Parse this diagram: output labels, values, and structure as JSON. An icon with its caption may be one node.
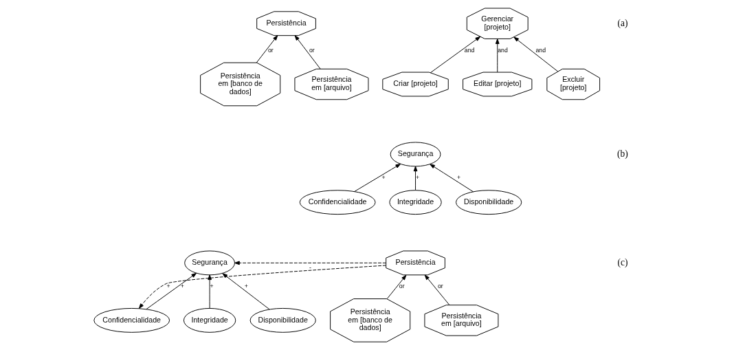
{
  "diagram": {
    "nodes": [
      {
        "text": [
          "Persistência"
        ]
      },
      {
        "text": [
          "Persistência em [banco de dados]"
        ]
      },
      {
        "text": [
          "Persistência em [arquivo]"
        ]
      },
      {
        "text": [
          "Gerenciar [projeto]"
        ]
      },
      {
        "text": [
          "Criar [projeto]"
        ]
      },
      {
        "text": [
          "Editar [projeto]"
        ]
      },
      {
        "text": [
          "Excluir [projeto]"
        ]
      },
      {
        "text": [
          "Segurança"
        ]
      },
      {
        "text": [
          "Confidencialidade"
        ]
      },
      {
        "text": [
          "Integridade"
        ]
      },
      {
        "text": [
          "Disponibilidade"
        ]
      },
      {
        "text": [
          "Persistência"
        ]
      },
      {
        "text": [
          "Persistência em [banco de dados]"
        ]
      },
      {
        "text": [
          "Persistência em [arquivo]"
        ]
      },
      {
        "text": [
          "Segurança"
        ]
      },
      {
        "text": [
          "Confidencialidade"
        ]
      },
      {
        "text": [
          "Integridade"
        ]
      },
      {
        "text": [
          "Disponibilidade"
        ]
      }
    ],
    "edges": [
      {
        "from": 1,
        "to": 0,
        "arrow": "to",
        "label": "or"
      },
      {
        "from": 2,
        "to": 0,
        "arrow": "to",
        "label": "or"
      },
      {
        "from": 4,
        "to": 3,
        "arrow": "to",
        "label": "and"
      },
      {
        "from": 5,
        "to": 3,
        "arrow": "to",
        "label": "and"
      },
      {
        "from": 6,
        "to": 3,
        "arrow": "to",
        "label": "and"
      },
      {
        "from": 8,
        "to": 7,
        "arrow": "to",
        "label": "+"
      },
      {
        "from": 9,
        "to": 7,
        "arrow": "to",
        "label": "+"
      },
      {
        "from": 10,
        "to": 7,
        "arrow": "to",
        "label": "+"
      },
      {
        "from": 12,
        "to": 11,
        "arrow": "to",
        "label": "or"
      },
      {
        "from": 13,
        "to": 11,
        "arrow": "to",
        "label": "or"
      },
      {
        "from": 11,
        "to": 14,
        "arrow": "to",
        "label": "-",
        "style": "dashed"
      },
      {
        "from": 11,
        "to": 15,
        "arrow": "to",
        "label": "+",
        "style": "dashed"
      },
      {
        "from": 15,
        "to": 14,
        "arrow": "to",
        "label": "+"
      },
      {
        "from": 16,
        "to": 14,
        "arrow": "to",
        "label": "+"
      },
      {
        "from": 17,
        "to": 14,
        "arrow": "to",
        "label": "+"
      }
    ],
    "labels": [
      "(a)",
      "(b)",
      "(c)"
    ]
  }
}
